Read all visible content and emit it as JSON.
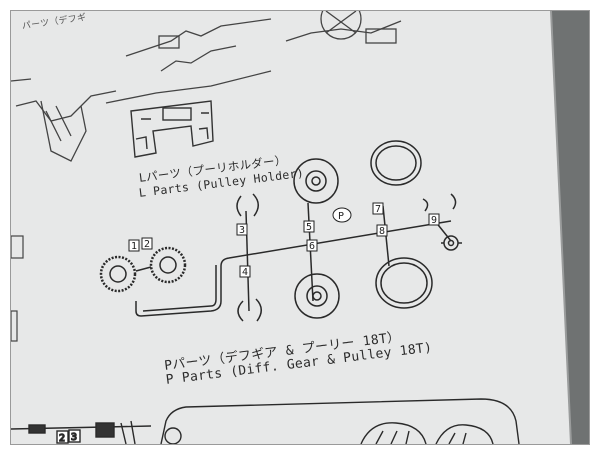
{
  "photo": {
    "top_caption": "パーツ（デフギ",
    "l_parts_jp": "Lパーツ（プーリホルダー）",
    "l_parts_en": "L Parts (Pulley Holder)",
    "p_parts_jp": "Pパーツ（デフギア & プーリー 18T）",
    "p_parts_en": "P Parts (Diff. Gear & Pulley 18T)",
    "part_numbers": [
      "1",
      "2",
      "3",
      "4",
      "5",
      "6",
      "P",
      "7",
      "8",
      "9"
    ],
    "bottom_numbers": [
      "2",
      "3"
    ]
  }
}
